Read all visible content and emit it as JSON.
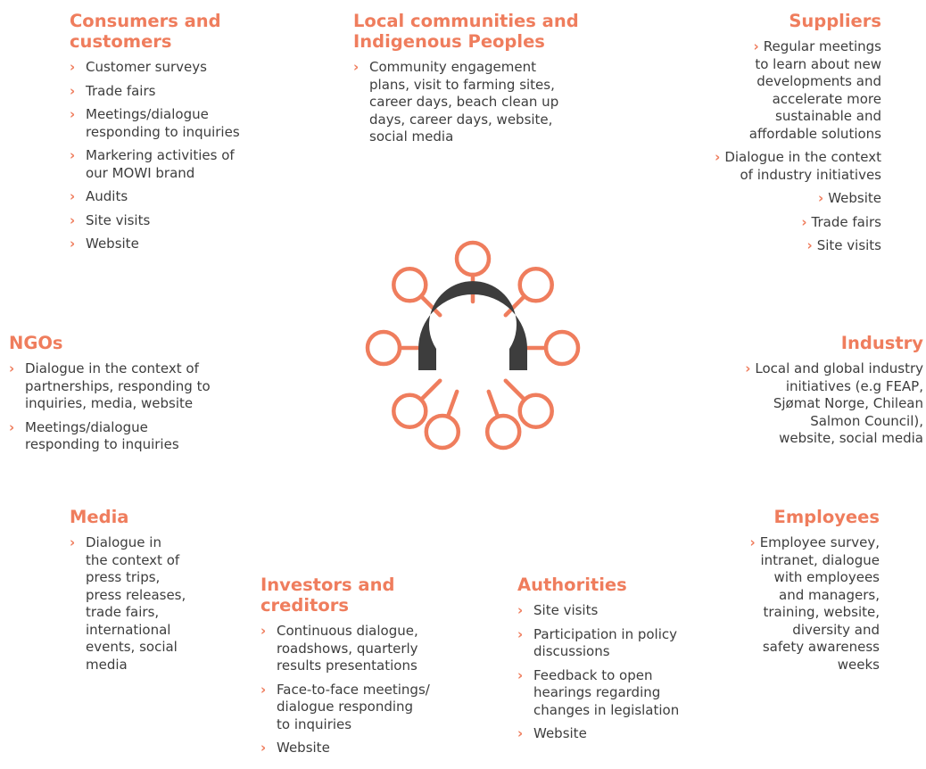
{
  "colors": {
    "accent": "#ef7d5d",
    "text": "#3d3d3d",
    "hub": "#3d3d3d"
  },
  "hub": {
    "icon": "omega-logo-icon"
  },
  "groups": {
    "consumers": {
      "title_l1": "Consumers and",
      "title_l2": "customers",
      "items": [
        [
          "Customer surveys"
        ],
        [
          "Trade fairs"
        ],
        [
          "Meetings/dialogue",
          "responding to inquiries"
        ],
        [
          "Markering activities of",
          "our MOWI brand"
        ],
        [
          "Audits"
        ],
        [
          "Site visits"
        ],
        [
          "Website"
        ]
      ]
    },
    "communities": {
      "title_l1": "Local communities and",
      "title_l2": "Indigenous Peoples",
      "items": [
        [
          "Community engagement",
          "plans, visit to farming sites,",
          "career days, beach clean up",
          "days, career days, website,",
          "social media"
        ]
      ]
    },
    "suppliers": {
      "title_l1": "Suppliers",
      "items": [
        [
          "Regular meetings",
          "to learn about new",
          "developments and",
          "accelerate more",
          "sustainable and",
          "affordable solutions"
        ],
        [
          "Dialogue in the context",
          "of industry initiatives"
        ],
        [
          "Website"
        ],
        [
          "Trade fairs"
        ],
        [
          "Site visits"
        ]
      ]
    },
    "ngos": {
      "title_l1": "NGOs",
      "items": [
        [
          "Dialogue in the context of",
          "partnerships, responding to",
          "inquiries, media, website"
        ],
        [
          "Meetings/dialogue",
          "responding to inquiries"
        ]
      ]
    },
    "industry": {
      "title_l1": "Industry",
      "items": [
        [
          "Local and global industry",
          "initiatives (e.g FEAP,",
          "Sjømat Norge, Chilean",
          "Salmon Council),",
          "website, social media"
        ]
      ]
    },
    "media": {
      "title_l1": "Media",
      "items": [
        [
          "Dialogue in",
          "the context of",
          "press trips,",
          "press releases,",
          "trade fairs,",
          "international",
          "events, social",
          "media"
        ]
      ]
    },
    "employees": {
      "title_l1": "Employees",
      "items": [
        [
          "Employee survey,",
          "intranet, dialogue",
          "with employees",
          "and managers,",
          "training, website,",
          "diversity and",
          "safety awareness",
          "weeks"
        ]
      ]
    },
    "investors": {
      "title_l1": "Investors and",
      "title_l2": "creditors",
      "items": [
        [
          "Continuous dialogue,",
          "roadshows, quarterly",
          "results presentations"
        ],
        [
          "Face-to-face meetings/",
          "dialogue responding",
          "to inquiries"
        ],
        [
          "Website"
        ]
      ]
    },
    "authorities": {
      "title_l1": "Authorities",
      "items": [
        [
          "Site visits"
        ],
        [
          "Participation in policy",
          "discussions"
        ],
        [
          "Feedback to open",
          "hearings regarding",
          "changes in legislation"
        ],
        [
          "Website"
        ]
      ]
    }
  }
}
